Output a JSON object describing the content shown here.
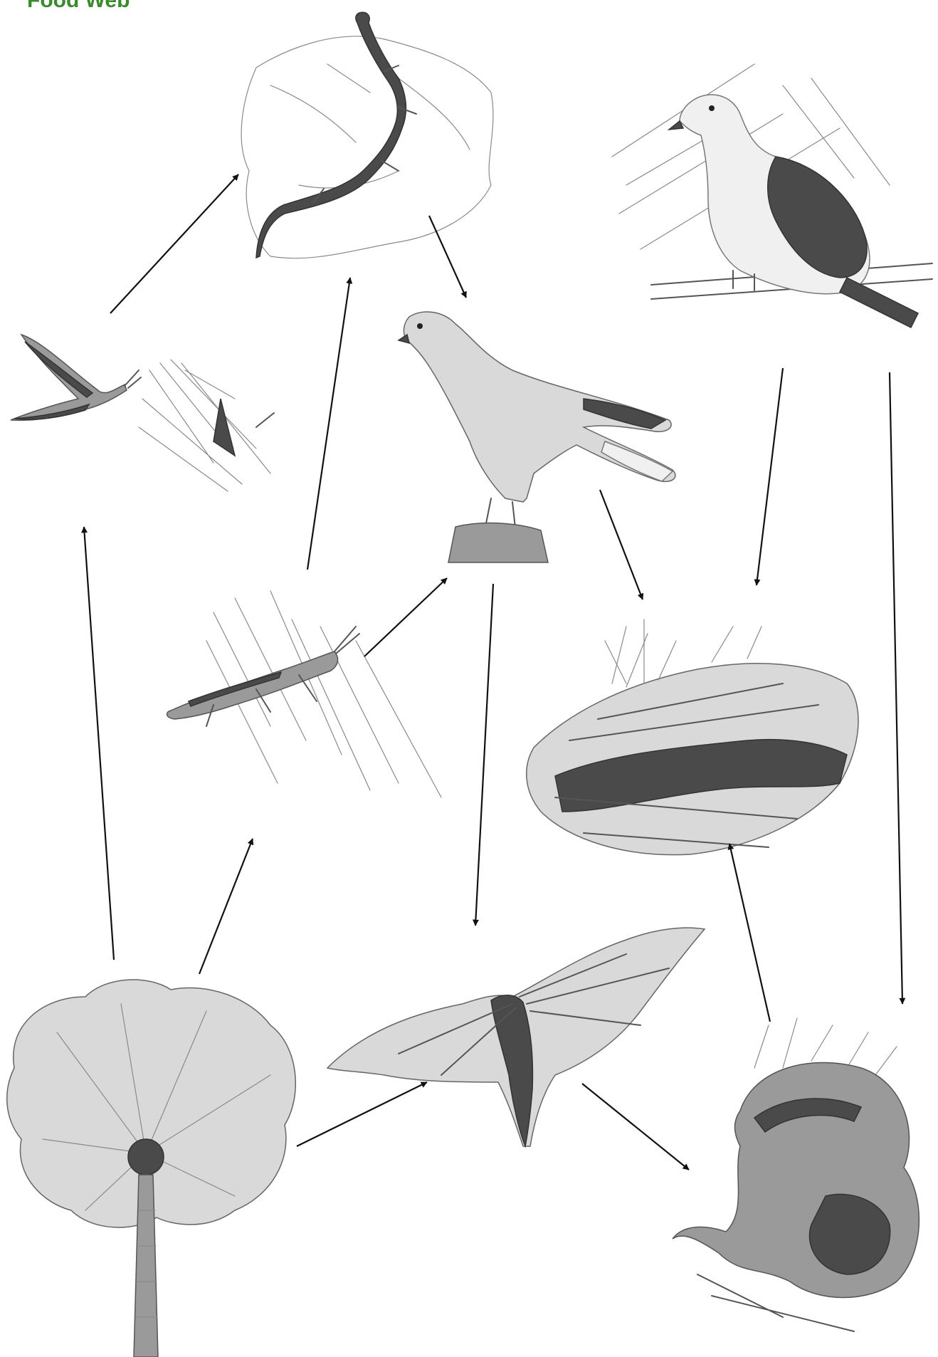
{
  "title": "Food Web",
  "organisms": [
    {
      "id": "lizard",
      "icon": "lizard-icon"
    },
    {
      "id": "pigeon",
      "icon": "pigeon-icon"
    },
    {
      "id": "moth",
      "icon": "moth-icon"
    },
    {
      "id": "hawk",
      "icon": "hawk-icon"
    },
    {
      "id": "grasshopper",
      "icon": "grasshopper-icon"
    },
    {
      "id": "log",
      "icon": "rotting-log-icon"
    },
    {
      "id": "bat",
      "icon": "fruit-bat-icon"
    },
    {
      "id": "tree",
      "icon": "tree-icon"
    },
    {
      "id": "snake",
      "icon": "snake-icon"
    }
  ],
  "links": [
    {
      "from": "moth",
      "to": "lizard"
    },
    {
      "from": "grasshopper",
      "to": "lizard"
    },
    {
      "from": "lizard",
      "to": "hawk"
    },
    {
      "from": "grasshopper",
      "to": "hawk"
    },
    {
      "from": "hawk",
      "to": "log"
    },
    {
      "from": "pigeon",
      "to": "log"
    },
    {
      "from": "pigeon",
      "to": "snake"
    },
    {
      "from": "hawk",
      "to": "bat"
    },
    {
      "from": "tree",
      "to": "moth"
    },
    {
      "from": "tree",
      "to": "grasshopper"
    },
    {
      "from": "tree",
      "to": "bat"
    },
    {
      "from": "bat",
      "to": "snake"
    },
    {
      "from": "snake",
      "to": "log"
    }
  ]
}
